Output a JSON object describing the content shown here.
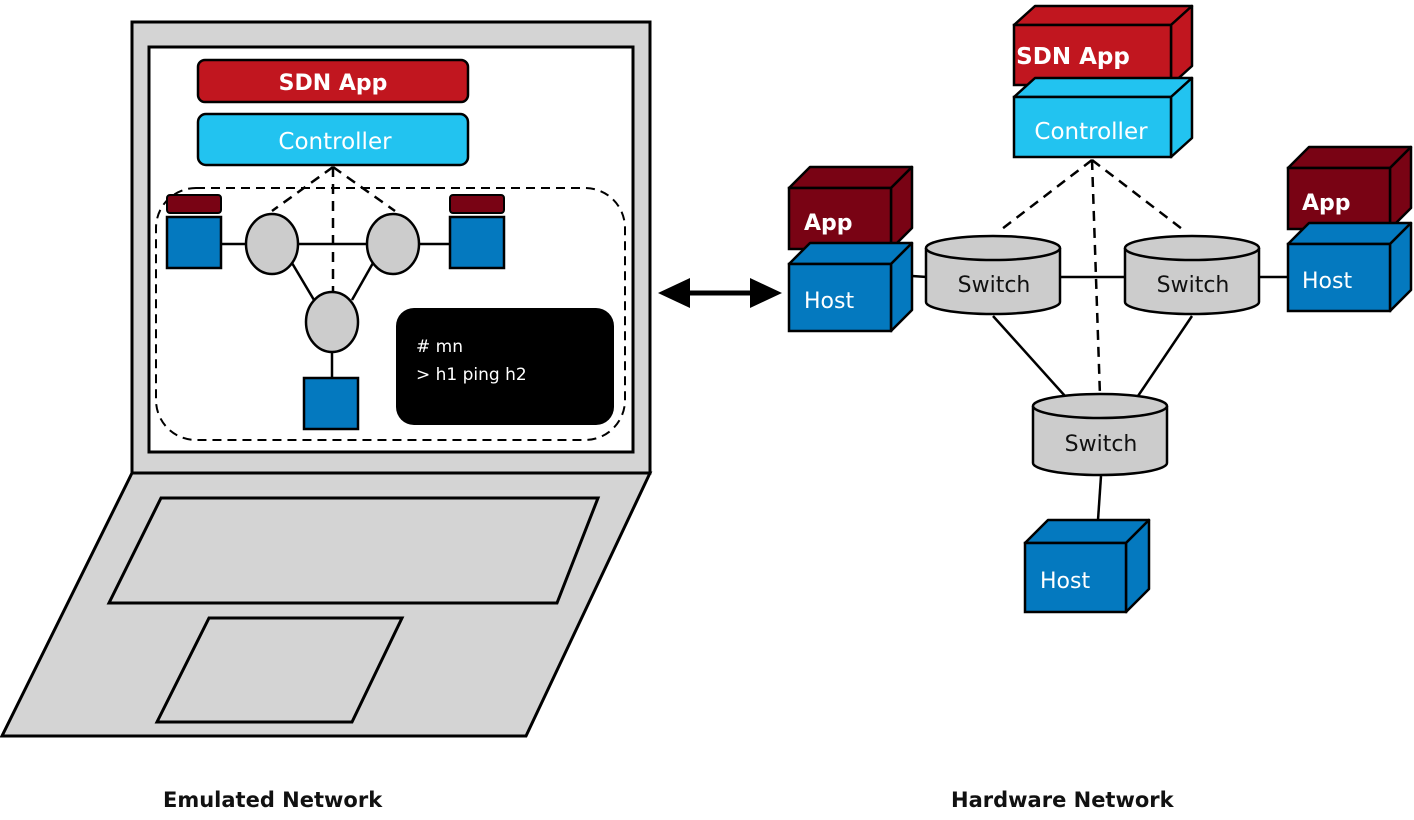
{
  "colors": {
    "app_red": "#c1161f",
    "app_darkred": "#790314",
    "controller_cyan": "#22c3f0",
    "host_blue": "#0479bf",
    "switch_gray": "#cccccc",
    "laptop_gray": "#d4d4d4",
    "terminal_black": "#000000",
    "outline": "#000000"
  },
  "emulated": {
    "caption": "Emulated Network",
    "sdn_app_label": "SDN App",
    "controller_label": "Controller",
    "terminal_lines": [
      "# mn",
      "> h1 ping h2"
    ]
  },
  "hardware": {
    "caption": "Hardware Network",
    "sdn_app_label": "SDN App",
    "controller_label": "Controller",
    "switches": [
      {
        "label": "Switch"
      },
      {
        "label": "Switch"
      },
      {
        "label": "Switch"
      }
    ],
    "hosts": [
      {
        "label": "Host",
        "app_label": "App"
      },
      {
        "label": "Host",
        "app_label": "App"
      },
      {
        "label": "Host"
      }
    ]
  },
  "connector": {
    "icon": "double-arrow-icon"
  }
}
